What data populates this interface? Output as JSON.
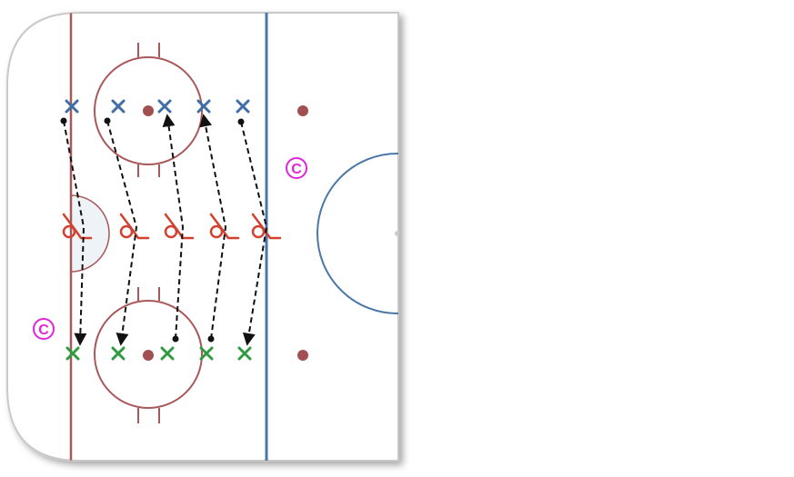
{
  "diagram": {
    "colors": {
      "board_line": "#b9b9b9",
      "goal_line": "#a9585a",
      "blue_line": "#4b76a8",
      "faceoff_circle": "#a9585a",
      "faceoff_dot": "#a24f52",
      "center_circle": "#4b76a8",
      "crease_fill": "#eef3f7",
      "player_blue": "#3f6ea6",
      "player_green": "#2f9a3f",
      "player_red": "#d2412f",
      "coach_magenta": "#e024d9",
      "arrow": "#111111"
    },
    "coach_symbol": "C",
    "players": {
      "top_row": {
        "symbol": "×",
        "color_key": "player_blue",
        "count": 5
      },
      "bottom_row": {
        "symbol": "×",
        "color_key": "player_green",
        "count": 5
      },
      "skaters": {
        "symbol": "skater-stick-icon",
        "color_key": "player_red",
        "count": 5
      }
    }
  }
}
